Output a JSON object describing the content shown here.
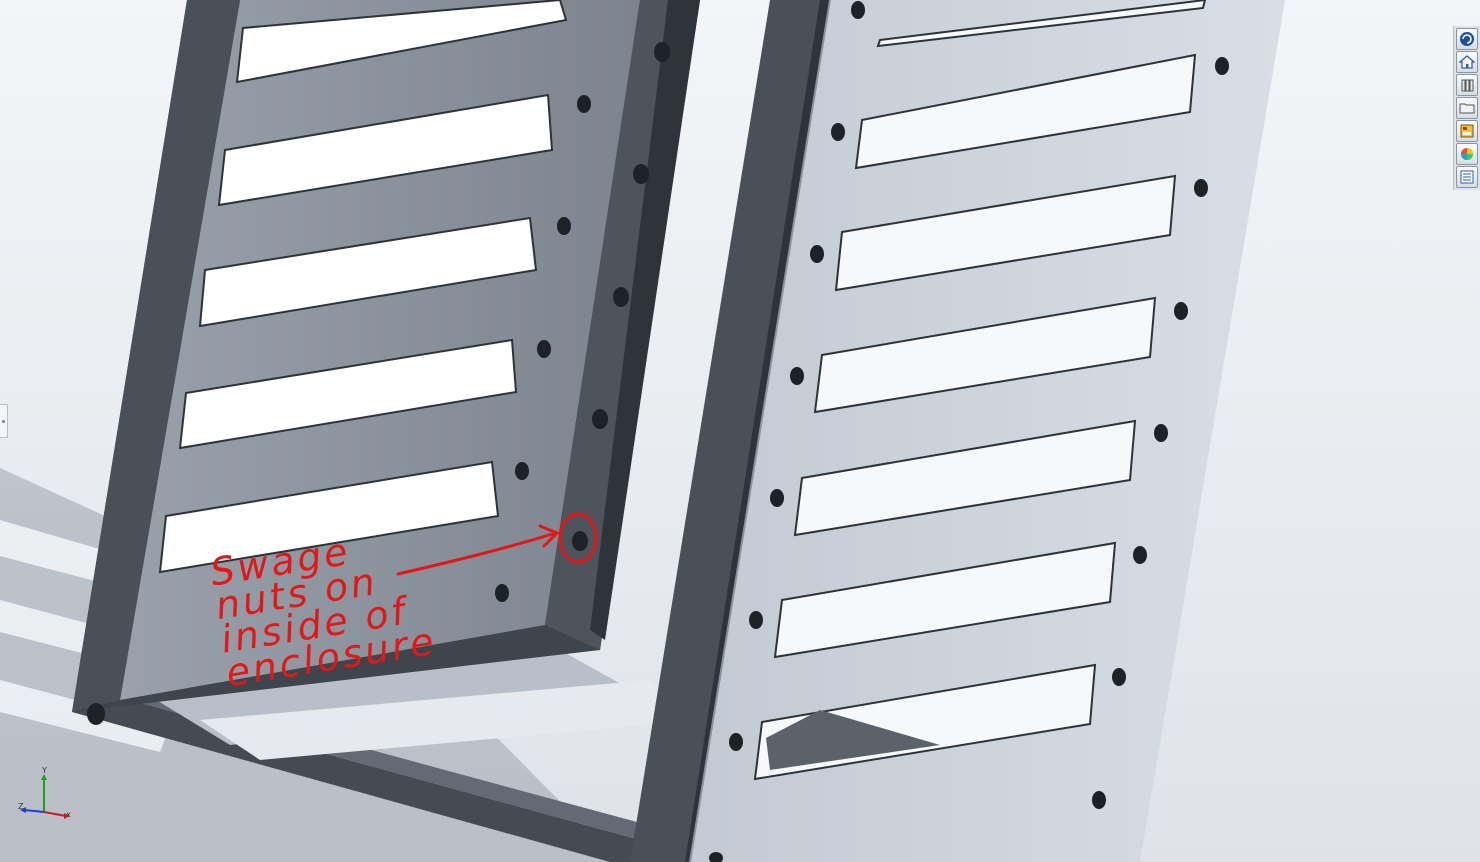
{
  "annotation": {
    "lines": [
      "Swage",
      "nuts on",
      "inside of",
      "enclosure"
    ],
    "color": "#e01818"
  },
  "triad": {
    "x": "x",
    "y": "Y",
    "z": "Z"
  },
  "task_pane": {
    "buttons": [
      {
        "id": "resources",
        "icon": "swirl-icon"
      },
      {
        "id": "home",
        "icon": "home-icon"
      },
      {
        "id": "design-library",
        "icon": "library-icon"
      },
      {
        "id": "file-explorer",
        "icon": "folder-icon"
      },
      {
        "id": "view-palette",
        "icon": "view-palette-icon"
      },
      {
        "id": "appearances",
        "icon": "appearances-icon"
      },
      {
        "id": "custom-properties",
        "icon": "properties-icon"
      }
    ]
  },
  "colors": {
    "frame_dark": "#4e545c",
    "panel_light": "#c9d0d8",
    "background": "#e9ecf0"
  }
}
